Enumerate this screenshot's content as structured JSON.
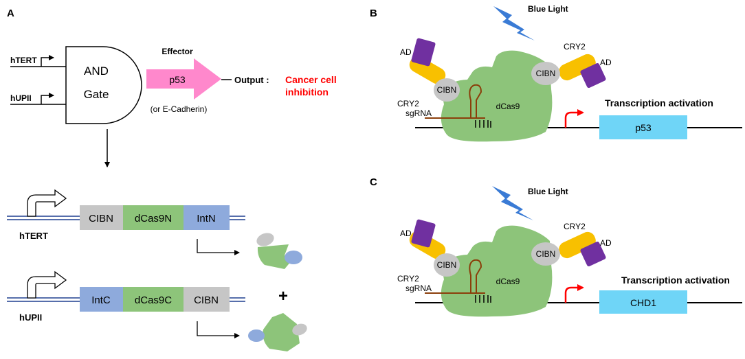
{
  "panelA": {
    "label": "A",
    "inputs": [
      "hTERT",
      "hUPII"
    ],
    "gate_line1": "AND",
    "gate_line2": "Gate",
    "effector_title": "Effector",
    "effector_name": "p53",
    "effector_alt": "(or E-Cadherin)",
    "output_label": "Output :",
    "output_line1": "Cancer cell",
    "output_line2": "inhibition",
    "construct1": {
      "promoter": "hTERT",
      "segments": [
        "CIBN",
        "dCas9N",
        "IntN"
      ]
    },
    "construct2": {
      "promoter": "hUPII",
      "segments": [
        "IntC",
        "dCas9C",
        "CIBN"
      ]
    },
    "plus": "+"
  },
  "panelB": {
    "label": "B",
    "light": "Blue Light",
    "ad_left": "AD",
    "cry2_left": "CRY2",
    "cibn_left": "CIBN",
    "cibn_right": "CIBN",
    "cry2_right": "CRY2",
    "ad_right": "AD",
    "sgrna": "sgRNA",
    "dcas9": "dCas9",
    "activation": "Transcription activation",
    "gene": "p53"
  },
  "panelC": {
    "label": "C",
    "light": "Blue Light",
    "ad_left": "AD",
    "cry2_left": "CRY2",
    "cibn_left": "CIBN",
    "cibn_right": "CIBN",
    "cry2_right": "CRY2",
    "ad_right": "AD",
    "sgrna": "sgRNA",
    "dcas9": "dCas9",
    "activation": "Transcription activation",
    "gene": "CHD1"
  },
  "colors": {
    "effector": "#ff88cc",
    "output_red": "#ff0000",
    "cibn": "#c6c6c6",
    "dcas9": "#8dc47a",
    "intein": "#8eaadc",
    "cry2": "#f8c000",
    "ad": "#7030a0",
    "gene": "#6fd5f7",
    "light": "#3a7bd5",
    "rna": "#8b3e0a",
    "arrow_red": "#ff0000"
  }
}
